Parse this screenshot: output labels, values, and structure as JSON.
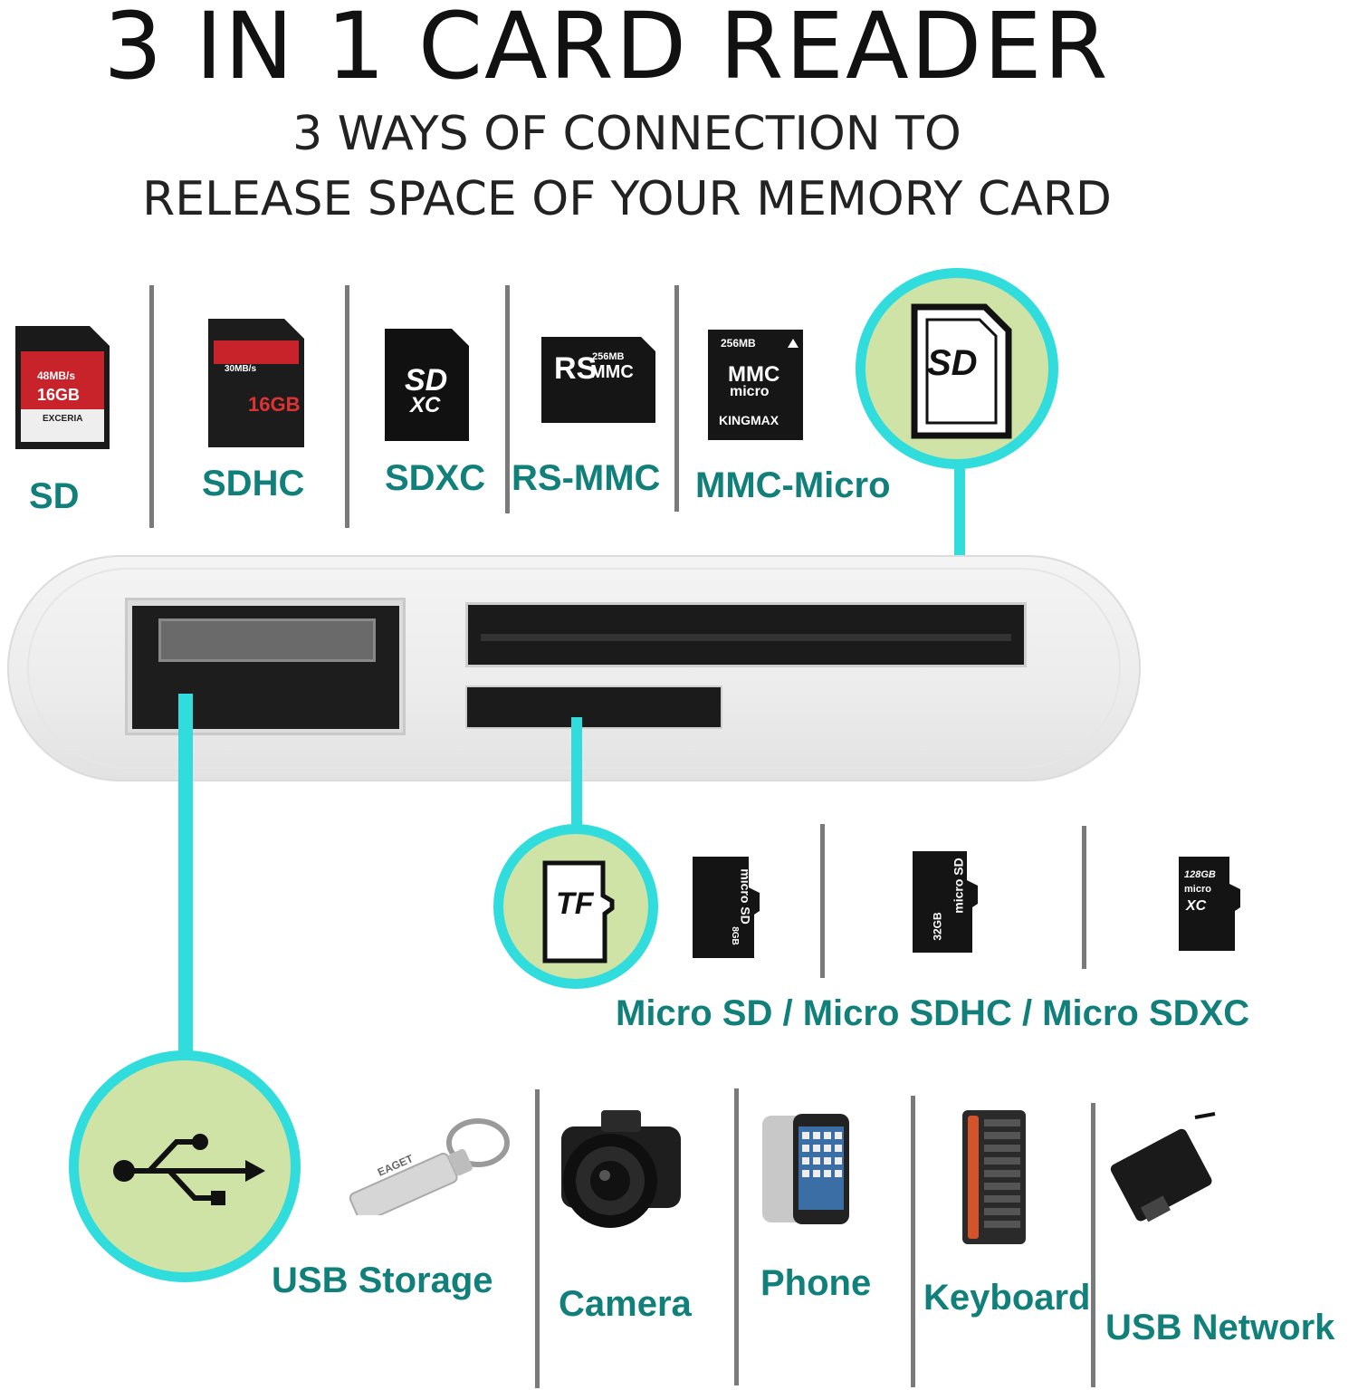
{
  "header": {
    "title": "3 IN 1 CARD READER",
    "subtitle_line1": "3 WAYS OF CONNECTION TO",
    "subtitle_line2": "RELEASE SPACE OF YOUR MEMORY CARD"
  },
  "sd_cards": [
    {
      "label": "SD",
      "face_text": [
        "48MB/s",
        "16GB",
        "EXCERIA"
      ]
    },
    {
      "label": "SDHC",
      "face_text": [
        "30MB/s",
        "16GB"
      ]
    },
    {
      "label": "SDXC"
    },
    {
      "label": "RS-MMC",
      "face_text": [
        "RS",
        "256MB",
        "MMC"
      ]
    },
    {
      "label": "MMC-Micro",
      "face_text": [
        "256MB",
        "MMC",
        "micro",
        "KINGMAX"
      ]
    }
  ],
  "sd_badge": {
    "text": "SD"
  },
  "tf_badge": {
    "text": "TF"
  },
  "micro_cards": {
    "label": "Micro  SD  /  Micro  SDHC  /  Micro  SDXC",
    "card1_text": [
      "micro SD",
      "8GB"
    ],
    "card2_text": [
      "micro SD",
      "32GB"
    ],
    "card3_text": [
      "128GB",
      "micro",
      "XC"
    ]
  },
  "usb_devices": [
    {
      "label": "USB  Storage",
      "face_text": "EAGET"
    },
    {
      "label": "Camera"
    },
    {
      "label": "Phone"
    },
    {
      "label": "Keyboard"
    },
    {
      "label": "USB  Network"
    }
  ],
  "colors": {
    "accent": "#30dcdc",
    "badge_fill": "#cfe3a6",
    "label": "#12807a"
  }
}
